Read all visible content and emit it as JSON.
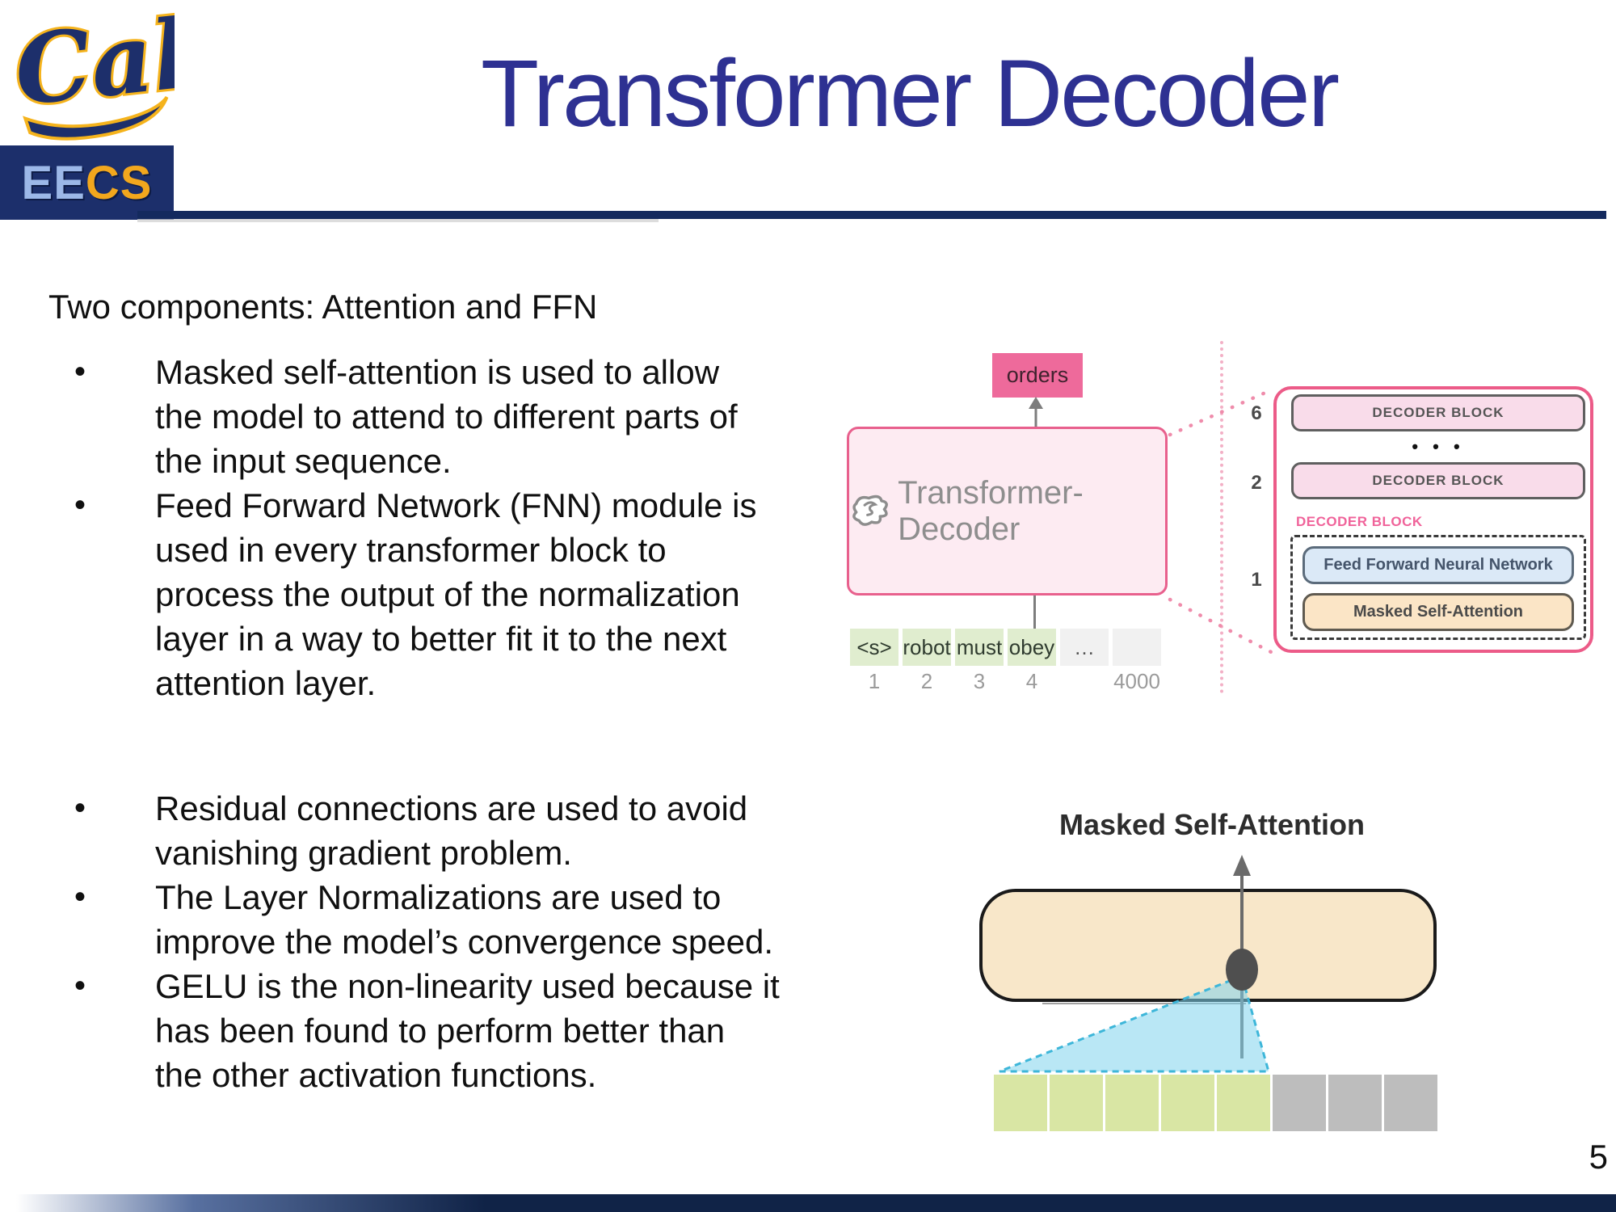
{
  "logo": {
    "cal_script": "Cal",
    "eecs_ee": "EE",
    "eecs_cs": "CS"
  },
  "header": {
    "title": "Transformer Decoder"
  },
  "body": {
    "intro": "Two components: Attention and FFN",
    "group1": [
      {
        "lines": [
          "Masked self-attention is used to allow",
          "the model to attend to different parts of",
          "the input sequence."
        ]
      },
      {
        "lines": [
          "Feed Forward Network (FNN) module is",
          "used in every transformer block to",
          "process the output of the normalization",
          "layer in a way to better fit it to the next",
          "attention layer."
        ]
      }
    ],
    "group2": [
      {
        "lines": [
          "Residual connections are used to avoid",
          "vanishing gradient problem."
        ]
      },
      {
        "lines": [
          "The Layer Normalizations are used to",
          "improve the model’s convergence speed."
        ]
      },
      {
        "lines": [
          "GELU is the non-linearity used because it",
          "has been found to perform better than",
          "the other activation functions."
        ]
      }
    ]
  },
  "decoder_diagram": {
    "output_token": "orders",
    "model_label": "Transformer-Decoder",
    "tokens": [
      "<s>",
      "robot",
      "must",
      "obey",
      "…",
      ""
    ],
    "positions": [
      "1",
      "2",
      "3",
      "4",
      "",
      "4000"
    ],
    "stack": {
      "layer_numbers": [
        "6",
        "2",
        "1"
      ],
      "blocks": [
        "DECODER BLOCK",
        "DECODER BLOCK"
      ],
      "ellipsis": "• • •",
      "expanded_label": "DECODER BLOCK",
      "ffn_label": "Feed Forward Neural Network",
      "msa_label": "Masked Self-Attention"
    }
  },
  "attention_diagram": {
    "title": "Masked Self-Attention"
  },
  "footer": {
    "page_number": "5"
  },
  "colors": {
    "title_blue": "#2e3192",
    "navy": "#1c2f6b",
    "header_rule": "#142a5e",
    "bottom_bar": "#102347",
    "eecs_ee": "#9cb8e8",
    "eecs_cs_gold": "#f2a71d",
    "orders_pink": "#ee6a9b",
    "big_box_fill": "#fdebf2",
    "big_box_border": "#e8608d",
    "model_text_gray": "#8e8e8e",
    "token_green": "#e0edcf",
    "token_gray": "#f1f1f1",
    "stack_border_pink": "#ec5b88",
    "decoder_block_fill": "#f9dcea",
    "block_label_pink": "#f0639a",
    "ffn_fill": "#dbe9f7",
    "msa_fill": "#fbe5c6",
    "tan_box_fill": "#f8e7c9",
    "attention_green_cell": "#d9e6a4",
    "attention_gray_cell": "#bdbdbd",
    "triangle_cyan": "#7fd4ec",
    "triangle_border": "#3db6d9",
    "arrow_gray": "#6b6b6b"
  }
}
